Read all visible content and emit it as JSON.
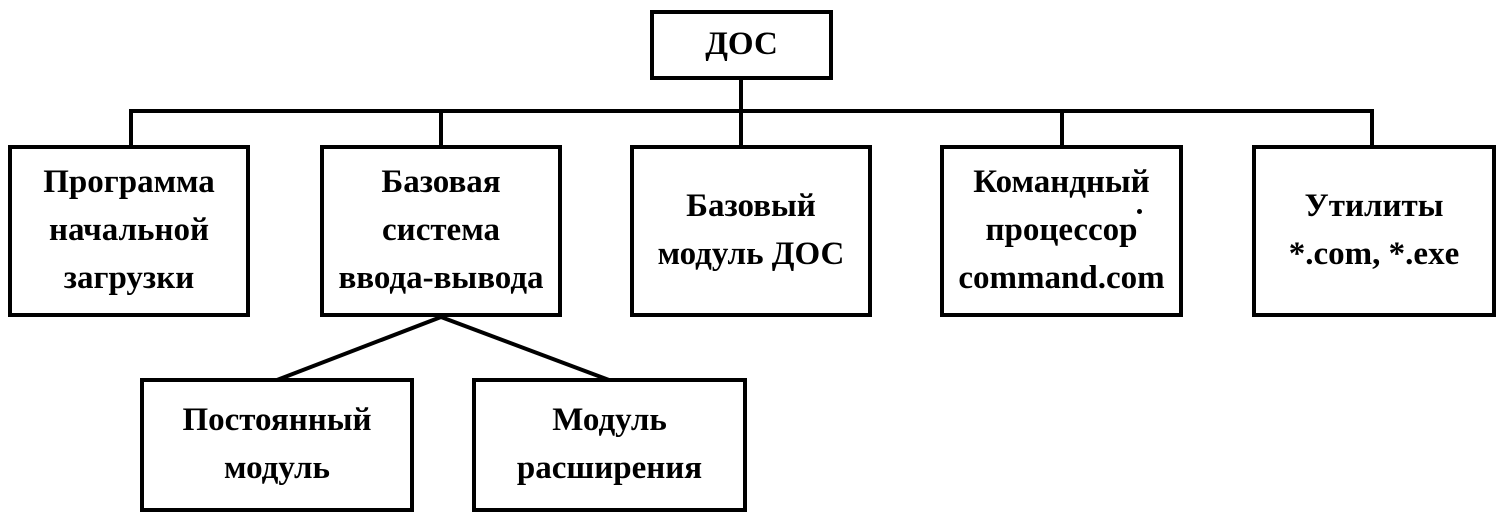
{
  "root": {
    "lines": [
      "ДОС"
    ]
  },
  "children": [
    {
      "lines": [
        "Программа",
        "начальной",
        "загрузки"
      ]
    },
    {
      "lines": [
        "Базовая",
        "система",
        "ввода-вывода"
      ]
    },
    {
      "lines": [
        "Базовый",
        "модуль ДОС"
      ]
    },
    {
      "lines": [
        "Командный",
        "процессор",
        "command.com"
      ]
    },
    {
      "lines": [
        "Утилиты",
        "*.com, *.exe"
      ]
    }
  ],
  "grandchildren": [
    {
      "lines": [
        "Постоянный",
        "модуль"
      ]
    },
    {
      "lines": [
        "Модуль",
        "расширения"
      ]
    }
  ],
  "colors": {
    "line": "#000000",
    "box_border": "#000000",
    "background": "#ffffff"
  }
}
